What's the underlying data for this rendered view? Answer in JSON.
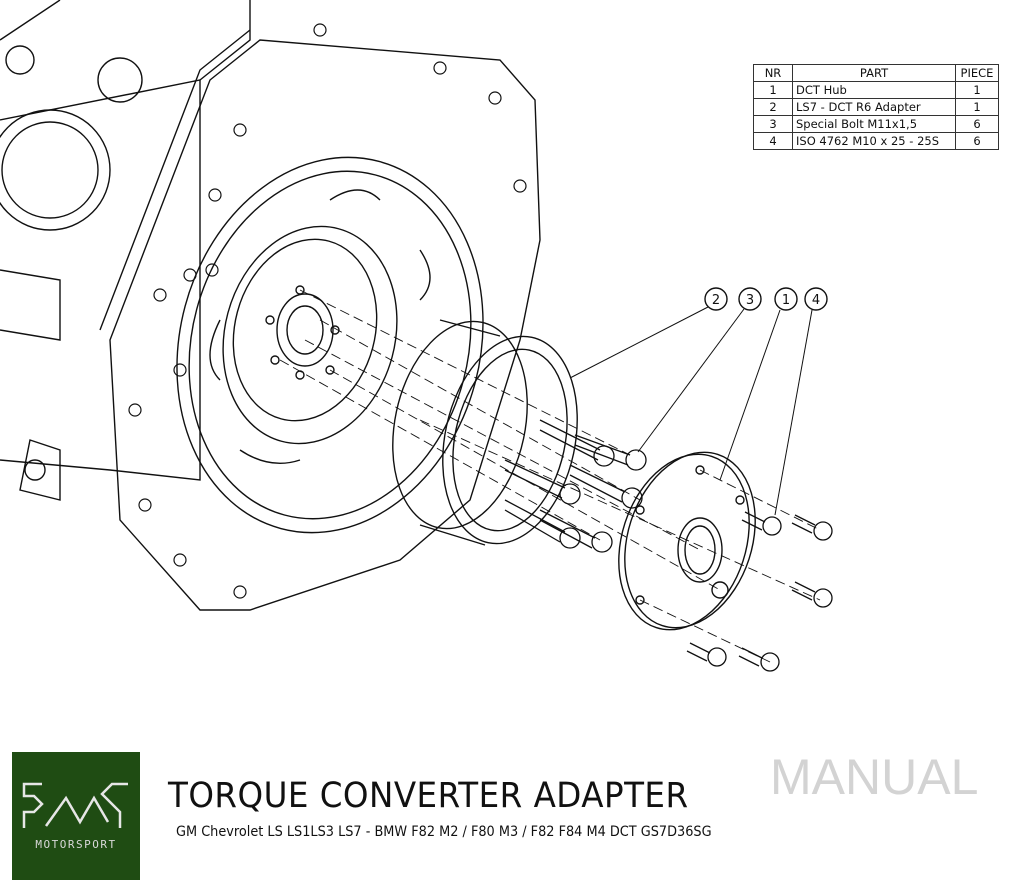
{
  "bom": {
    "headers": [
      "NR",
      "PART",
      "PIECE"
    ],
    "rows": [
      {
        "nr": "1",
        "part": "DCT Hub",
        "piece": "1"
      },
      {
        "nr": "2",
        "part": "LS7 - DCT R6 Adapter",
        "piece": "1"
      },
      {
        "nr": "3",
        "part": "Special Bolt M11x1,5",
        "piece": "6"
      },
      {
        "nr": "4",
        "part": "ISO 4762 M10 x 25 - 25S",
        "piece": "6"
      }
    ]
  },
  "balloons": [
    "2",
    "3",
    "1",
    "4"
  ],
  "logo": {
    "brand": "PMC",
    "tagline": "MOTORSPORT",
    "color": "#1f4c13"
  },
  "title": "TORQUE CONVERTER ADAPTER",
  "manual_label": "MANUAL",
  "subtitle": "GM Chevrolet LS LS1LS3 LS7 - BMW F82 M2 / F80 M3 / F82 F84 M4 DCT GS7D36SG"
}
